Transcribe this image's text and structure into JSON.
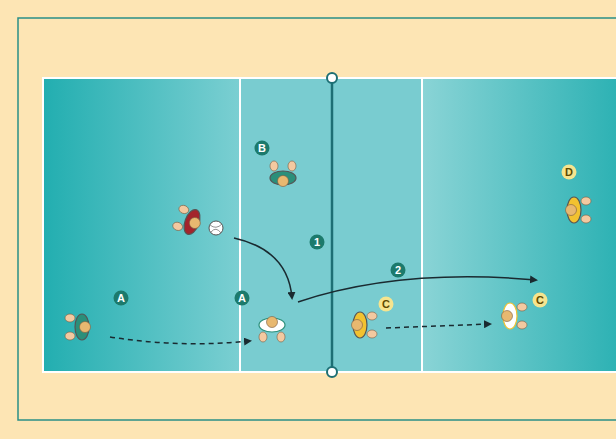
{
  "diagram": {
    "labels": [
      "B",
      "A",
      "A",
      "C",
      "C",
      "D",
      "1",
      "2"
    ]
  }
}
